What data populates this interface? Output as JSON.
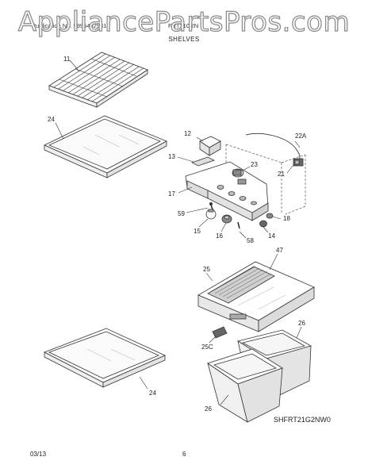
{
  "watermark": "AppliancePartsPros.com",
  "header": {
    "left": "Publication No. 5995492981",
    "right": "FRT21G2N",
    "section": "SHELVES"
  },
  "callouts": {
    "c11": "11",
    "c24a": "24",
    "c12": "12",
    "c22a": "22A",
    "c13": "13",
    "c23": "23",
    "c21": "21",
    "c17": "17",
    "c59": "59",
    "c18": "18",
    "c15": "15",
    "c16": "16",
    "c58": "58",
    "c14": "14",
    "c47": "47",
    "c25": "25",
    "c26a": "26",
    "c25c": "25C",
    "c24b": "24",
    "c26b": "26"
  },
  "model_code": "SHFRT21G2NW0",
  "footer": {
    "date": "03/13",
    "page": "6"
  }
}
